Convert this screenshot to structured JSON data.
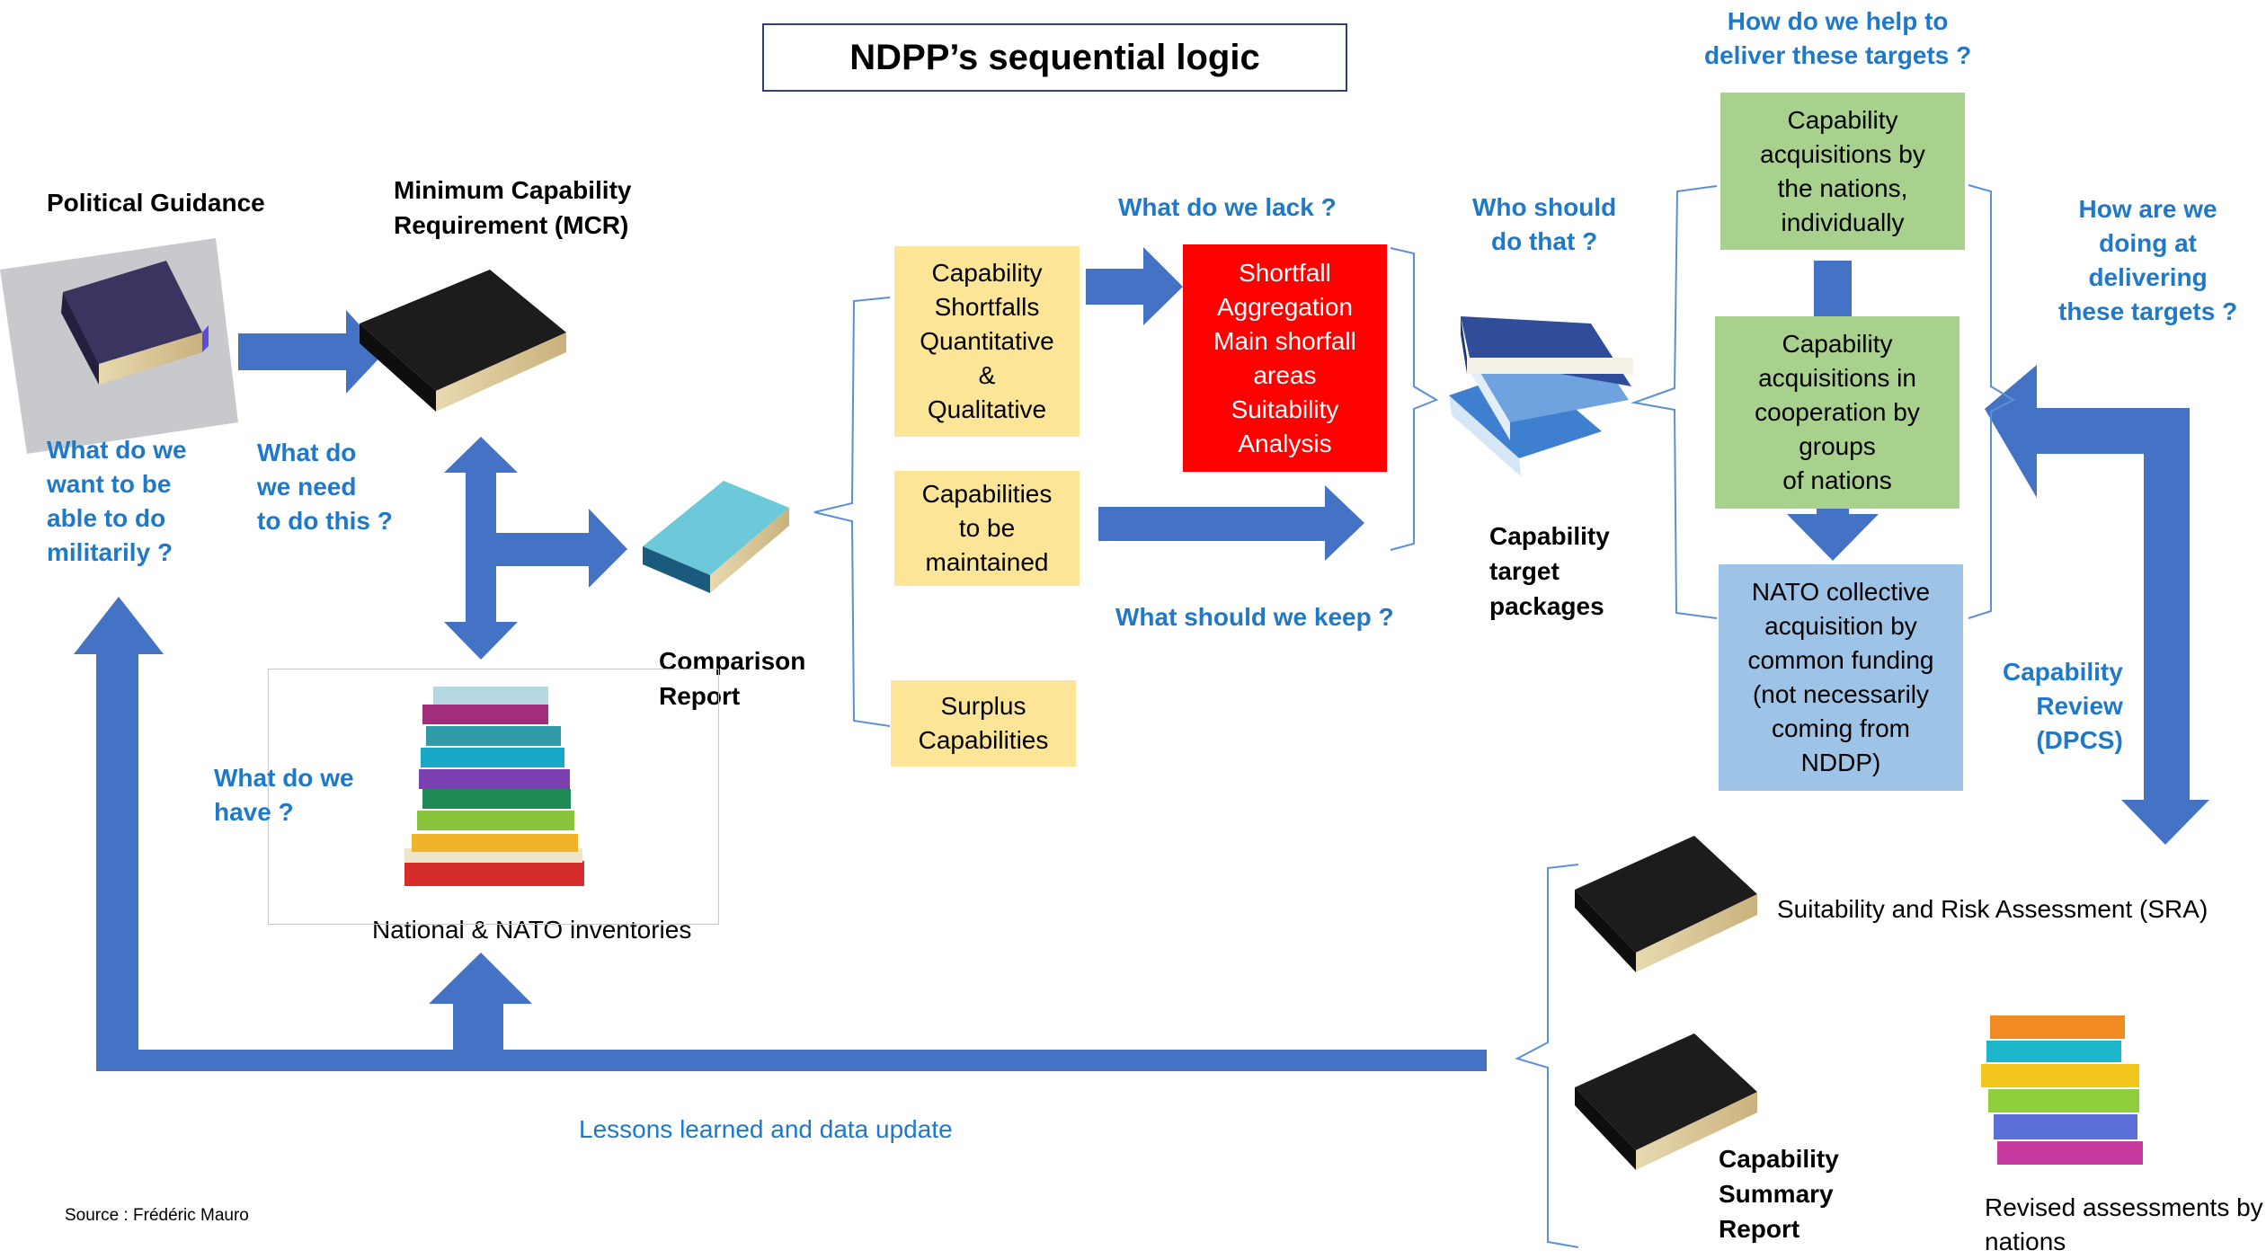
{
  "title": "NDPP’s sequential logic",
  "colors": {
    "arrow": "#4472c4",
    "question_text": "#1f78c8",
    "yellow_box": "#fde598",
    "red_box": "#ff0000",
    "green_box": "#a9d18e",
    "blue_box": "#9dc3e6",
    "bracket": "#5b8fd6"
  },
  "labels": {
    "political_guidance": "Political Guidance",
    "mcr": "Minimum Capability\nRequirement (MCR)",
    "comparison_report": "Comparison\nReport",
    "inventories": "National & NATO inventories",
    "capability_target_packages": "Capability\ntarget\npackages",
    "sra": "Suitability and Risk Assessment (SRA)",
    "capability_summary_report": "Capability\nSummary\nReport",
    "revised_assessments": "Revised assessments by\nnations",
    "source": "Source : Frédéric Mauro"
  },
  "questions": {
    "want_militarily": "What do we\nwant to be\nable to do\nmilitarily  ?",
    "need_to_do": "What do\nwe need\nto do this ?",
    "what_have": "What do we\n    have ?",
    "what_lack": "What do we lack ?",
    "who_should": "Who should\ndo that ?",
    "what_keep": "What should we keep ?",
    "help_deliver": "How do we help to\ndeliver these targets ?",
    "how_doing": "How are we\ndoing at\ndelivering\nthese targets ?",
    "capability_review": "Capability\nReview\n(DPCS)",
    "lessons_learned": "Lessons learned and data update"
  },
  "boxes": {
    "shortfalls": "Capability\nShortfalls\nQuantitative\n&\nQualitative",
    "maintained": "Capabilities\nto be\nmaintained",
    "surplus": "Surplus\nCapabilities",
    "shortfall_aggregation": "Shortfall\nAggregation\nMain shorfall\nareas\nSuitability\nAnalysis",
    "individually": "Capability\nacquisitions by\nthe nations,\nindividually",
    "cooperation": "Capability\nacquisitions in\ncooperation by\ngroups\nof nations",
    "collective": "NATO collective\nacquisition by\ncommon funding\n(not necessarily\ncoming from\nNDDP)"
  },
  "icons": {
    "political_guidance_book": "dark-book-icon",
    "mcr_book": "black-book-icon",
    "comparison_book": "teal-book-icon",
    "inventories_books": "book-stack-icon",
    "target_packages_books": "blue-books-icon",
    "sra_book": "black-book-icon",
    "summary_book": "black-book-icon",
    "revised_books": "book-stack-icon"
  }
}
